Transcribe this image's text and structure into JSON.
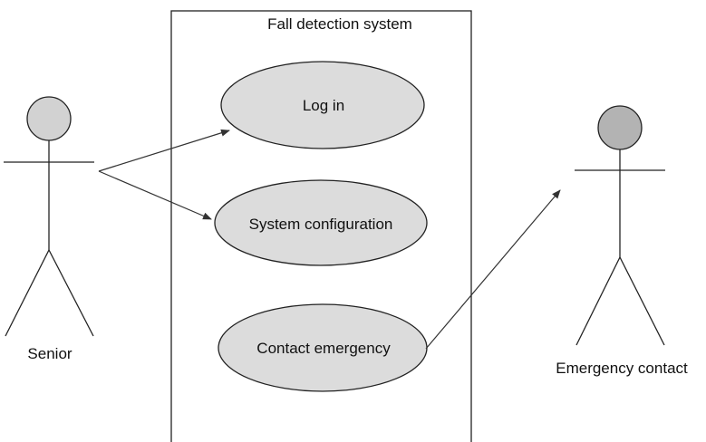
{
  "system": {
    "title": "Fall detection system"
  },
  "use_cases": {
    "login": "Log in",
    "config": "System configuration",
    "contact": "Contact emergency"
  },
  "actors": {
    "senior": "Senior",
    "emergency": "Emergency contact"
  },
  "colors": {
    "line": "#222222",
    "ellipse_fill": "#dcdcdc",
    "senior_head": "#d2d2d2",
    "emergency_head": "#b3b3b3"
  }
}
